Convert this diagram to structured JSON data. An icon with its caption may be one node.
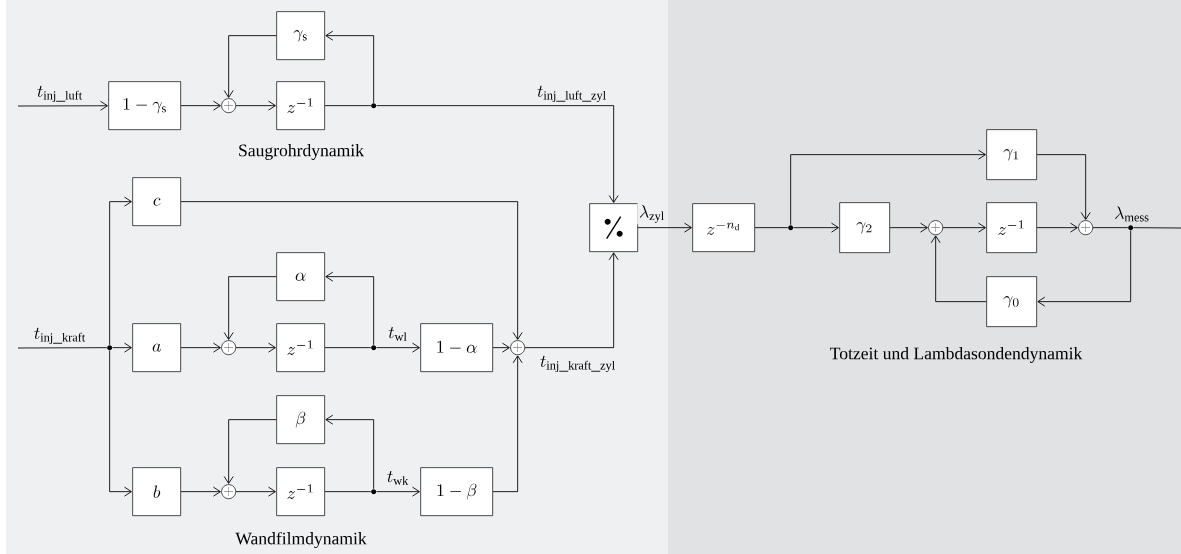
{
  "diagram": {
    "nodes": [
      {
        "text": [
          "Saugrohrdynamik",
          "Wandfilmdynamik"
        ]
      },
      {
        "text": [
          "\\gamma_\\mathrm{s}"
        ],
        "in": 0
      },
      {
        "text": [
          "1-\\gamma_\\mathrm{s}"
        ],
        "in": 0
      },
      {
        "text": [
          "+"
        ],
        "in": 0
      },
      {
        "text": [
          "z^{-1}"
        ],
        "in": 0
      },
      {
        "text": [],
        "shape": "circle",
        "in": 0
      },
      {
        "text": [
          "c"
        ],
        "in": 0
      },
      {
        "text": [
          "\\alpha"
        ],
        "in": 0
      },
      {
        "text": [],
        "shape": "circle",
        "in": 0
      },
      {
        "text": [
          "a"
        ],
        "in": 0
      },
      {
        "text": [
          "+"
        ],
        "in": 0
      },
      {
        "text": [
          "z^{-1}"
        ],
        "in": 0
      },
      {
        "text": [],
        "shape": "circle",
        "in": 0
      },
      {
        "text": [
          "1-\\alpha"
        ],
        "in": 0
      },
      {
        "text": [
          "+"
        ],
        "in": 0
      },
      {
        "text": [],
        "shape": "box",
        "in": 0
      },
      {
        "text": [
          "\\beta"
        ],
        "in": 0
      },
      {
        "text": [
          "b"
        ],
        "in": 0
      },
      {
        "text": [
          "+"
        ],
        "in": 0
      },
      {
        "text": [
          "z^{-1}"
        ],
        "in": 0
      },
      {
        "text": [],
        "shape": "circle",
        "in": 0
      },
      {
        "text": [
          "1-\\beta"
        ],
        "in": 0
      },
      {
        "text": [
          "Totzeit und Lambdasondendynamik"
        ]
      },
      {
        "text": [
          "z^{-n_\\mathrm{d}}"
        ],
        "in": 22
      },
      {
        "text": [],
        "shape": "circle",
        "in": 22
      },
      {
        "text": [
          "\\gamma_1"
        ],
        "in": 22
      },
      {
        "text": [
          "\\gamma_2"
        ],
        "in": 22
      },
      {
        "text": [
          "+"
        ],
        "in": 22
      },
      {
        "text": [
          "z^{-1}"
        ],
        "in": 22
      },
      {
        "text": [
          "+"
        ],
        "in": 22
      },
      {
        "text": [],
        "shape": "circle",
        "in": 22
      },
      {
        "text": [
          "\\gamma_0"
        ],
        "in": 22
      }
    ],
    "edges": [
      {
        "from": null,
        "to": 2,
        "arrow": "to",
        "label": "t_{\\mathrm{inj\\_luft}}"
      },
      {
        "from": 2,
        "to": 3,
        "arrow": "to"
      },
      {
        "from": 3,
        "to": 4,
        "arrow": "to"
      },
      {
        "from": 4,
        "to": 5,
        "arrow": "none"
      },
      {
        "from": 5,
        "to": 1,
        "arrow": "to"
      },
      {
        "from": 1,
        "to": 3,
        "arrow": "to"
      },
      {
        "from": 5,
        "to": 15,
        "arrow": "to",
        "label": "t_{\\mathrm{inj\\_luft\\_zyl}}"
      },
      {
        "from": null,
        "to": 8,
        "arrow": "none",
        "label": "t_{\\mathrm{inj\\_kraft}}"
      },
      {
        "from": 8,
        "to": 6,
        "arrow": "to"
      },
      {
        "from": 8,
        "to": 9,
        "arrow": "to"
      },
      {
        "from": 8,
        "to": 17,
        "arrow": "to"
      },
      {
        "from": 9,
        "to": 10,
        "arrow": "to"
      },
      {
        "from": 10,
        "to": 11,
        "arrow": "to"
      },
      {
        "from": 11,
        "to": 12,
        "arrow": "none"
      },
      {
        "from": 12,
        "to": 7,
        "arrow": "to"
      },
      {
        "from": 7,
        "to": 10,
        "arrow": "to"
      },
      {
        "from": 12,
        "to": 13,
        "arrow": "to",
        "label": "t_\\mathrm{wl}"
      },
      {
        "from": 13,
        "to": 14,
        "arrow": "to"
      },
      {
        "from": 6,
        "to": 14,
        "arrow": "to"
      },
      {
        "from": 17,
        "to": 18,
        "arrow": "to"
      },
      {
        "from": 18,
        "to": 19,
        "arrow": "to"
      },
      {
        "from": 19,
        "to": 20,
        "arrow": "none"
      },
      {
        "from": 20,
        "to": 16,
        "arrow": "to"
      },
      {
        "from": 16,
        "to": 18,
        "arrow": "to"
      },
      {
        "from": 20,
        "to": 21,
        "arrow": "to",
        "label": "t_\\mathrm{wk}"
      },
      {
        "from": 21,
        "to": 14,
        "arrow": "to"
      },
      {
        "from": 14,
        "to": 15,
        "arrow": "to",
        "label": "t_{\\mathrm{inj\\_kraft\\_zyl}}"
      },
      {
        "from": 15,
        "to": 23,
        "arrow": "to",
        "label": "\\lambda_\\mathrm{zyl}"
      },
      {
        "from": 23,
        "to": 24,
        "arrow": "none"
      },
      {
        "from": 24,
        "to": 25,
        "arrow": "to"
      },
      {
        "from": 24,
        "to": 26,
        "arrow": "to"
      },
      {
        "from": 26,
        "to": 27,
        "arrow": "to"
      },
      {
        "from": 27,
        "to": 28,
        "arrow": "to"
      },
      {
        "from": 28,
        "to": 29,
        "arrow": "to"
      },
      {
        "from": 25,
        "to": 29,
        "arrow": "to"
      },
      {
        "from": 29,
        "to": 30,
        "arrow": "none",
        "label": "\\lambda_\\mathrm{mess}"
      },
      {
        "from": 30,
        "to": null,
        "arrow": "none"
      },
      {
        "from": 30,
        "to": 31,
        "arrow": "to"
      },
      {
        "from": 31,
        "to": 27,
        "arrow": "to"
      }
    ]
  }
}
